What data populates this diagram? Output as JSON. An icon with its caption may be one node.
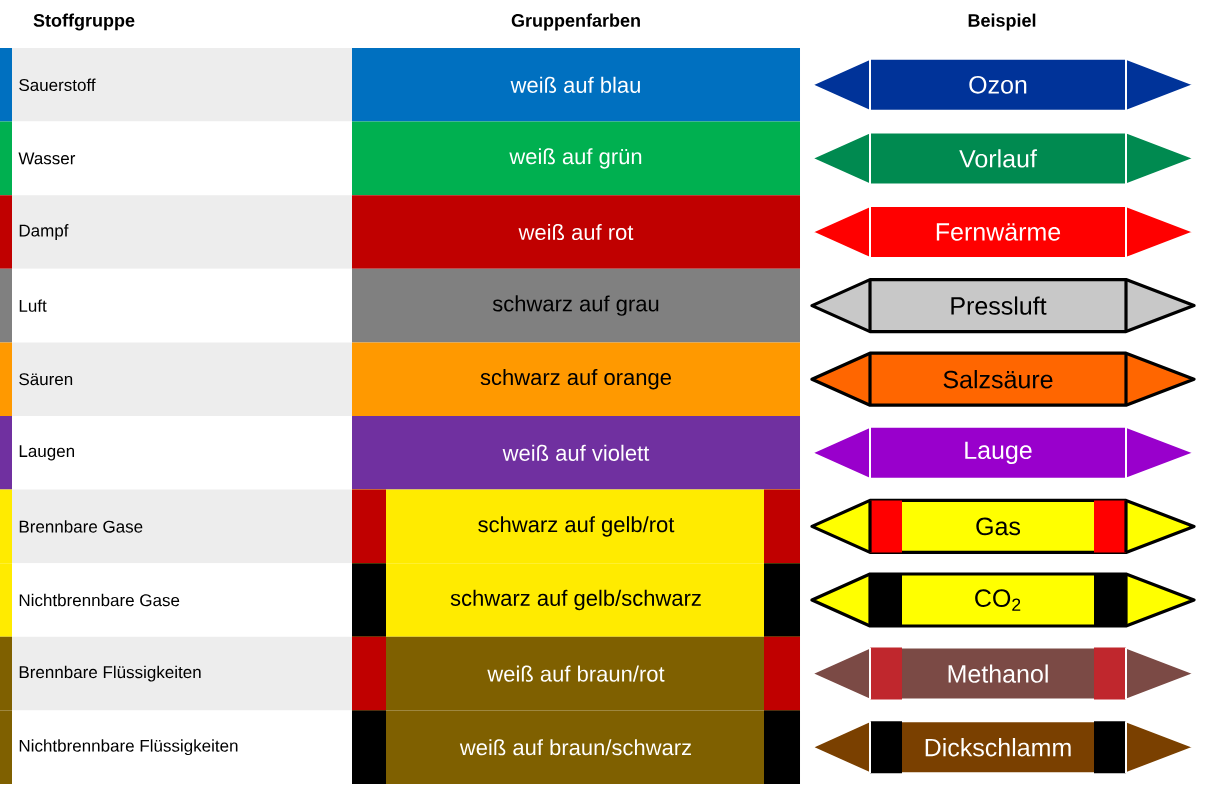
{
  "diagram": {
    "nodes": [
      {
        "text": [
          "Ozon"
        ]
      },
      {
        "text": [
          "Vorlauf"
        ]
      },
      {
        "text": [
          "Fernwärme"
        ]
      },
      {
        "text": [
          "Pressluft"
        ]
      },
      {
        "text": [
          "Salzsäure"
        ]
      },
      {
        "text": [
          "Lauge"
        ]
      },
      {
        "text": [
          "Gas"
        ]
      },
      {
        "text": [
          "CO$_{2}$"
        ]
      },
      {
        "text": [
          "Methanol"
        ]
      },
      {
        "text": [
          "Dickschlamm"
        ]
      }
    ],
    "labels": [
      "Stoffgruppe",
      "Gruppenfarben",
      "Beispiel",
      "Sauerstoff",
      "weiß auf blau",
      "Wasser",
      "weiß auf grün",
      "Dampf",
      "weiß auf rot",
      "Luft",
      "schwarz auf grau",
      "Säuren",
      "schwarz auf orange",
      "Laugen",
      "weiß auf violett",
      "Brennbare Gase",
      "schwarz auf gelb/rot",
      "Nichtbrennbare Gase",
      "schwarz auf gelb/schwarz",
      "Brennbare Flüssigkeiten",
      "weiß auf braun/rot",
      "Nichtbrennbare Flüssigkeiten",
      "weiß auf braun/schwarz"
    ]
  }
}
